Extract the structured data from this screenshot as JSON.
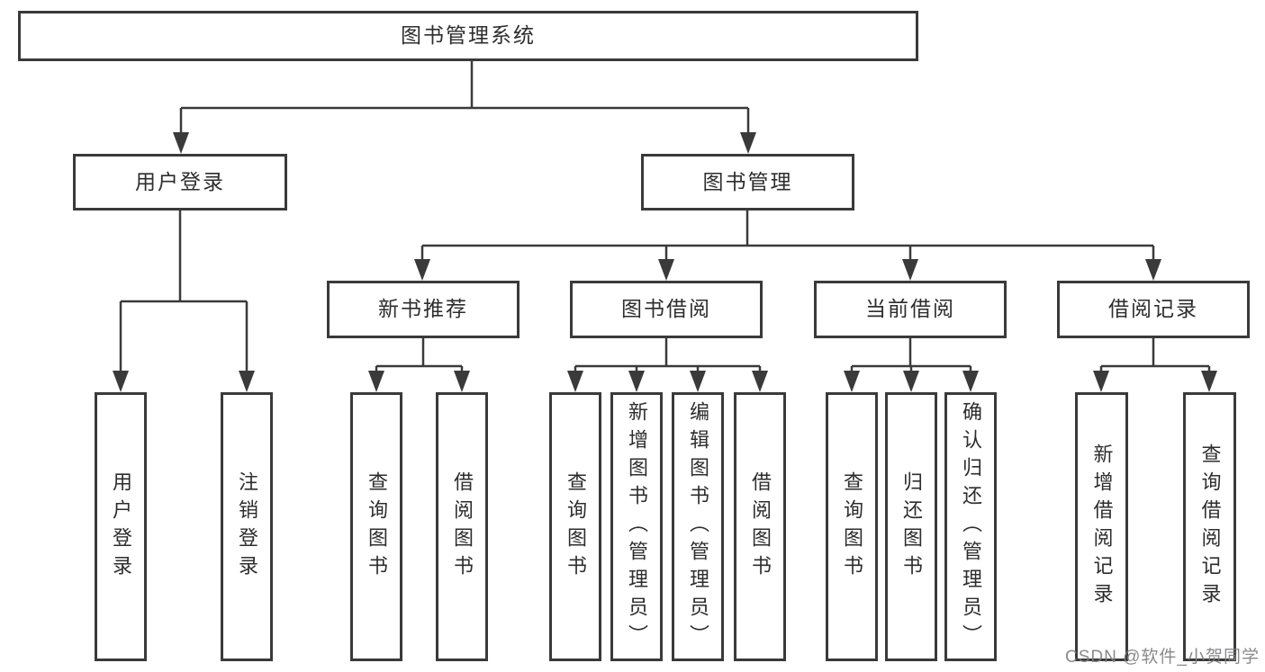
{
  "diagram": {
    "type": "hierarchy",
    "colors": {
      "line": "#3a3a3a",
      "border": "#3a3a3a",
      "text": "#2d2d2d",
      "background": "#ffffff",
      "watermark": "#7e7e86"
    }
  },
  "nodes": {
    "root": {
      "label": "图书管理系统"
    },
    "level2": [
      {
        "label": "用户登录"
      },
      {
        "label": "图书管理"
      }
    ],
    "level3": [
      {
        "label": "新书推荐"
      },
      {
        "label": "图书借阅"
      },
      {
        "label": "当前借阅"
      },
      {
        "label": "借阅记录"
      }
    ],
    "leaves": {
      "user_login": [
        "用户登录",
        "注销登录"
      ],
      "new_book": [
        "查询图书",
        "借阅图书"
      ],
      "borrow": [
        "查询图书",
        "新增图书（管理员）",
        "编辑图书（管理员）",
        "借阅图书"
      ],
      "current": [
        "查询图书",
        "归还图书",
        "确认归还（管理员）"
      ],
      "records": [
        "新增借阅记录",
        "查询借阅记录"
      ]
    }
  },
  "watermark": {
    "text": "CSDN @软件_小贺同学"
  }
}
